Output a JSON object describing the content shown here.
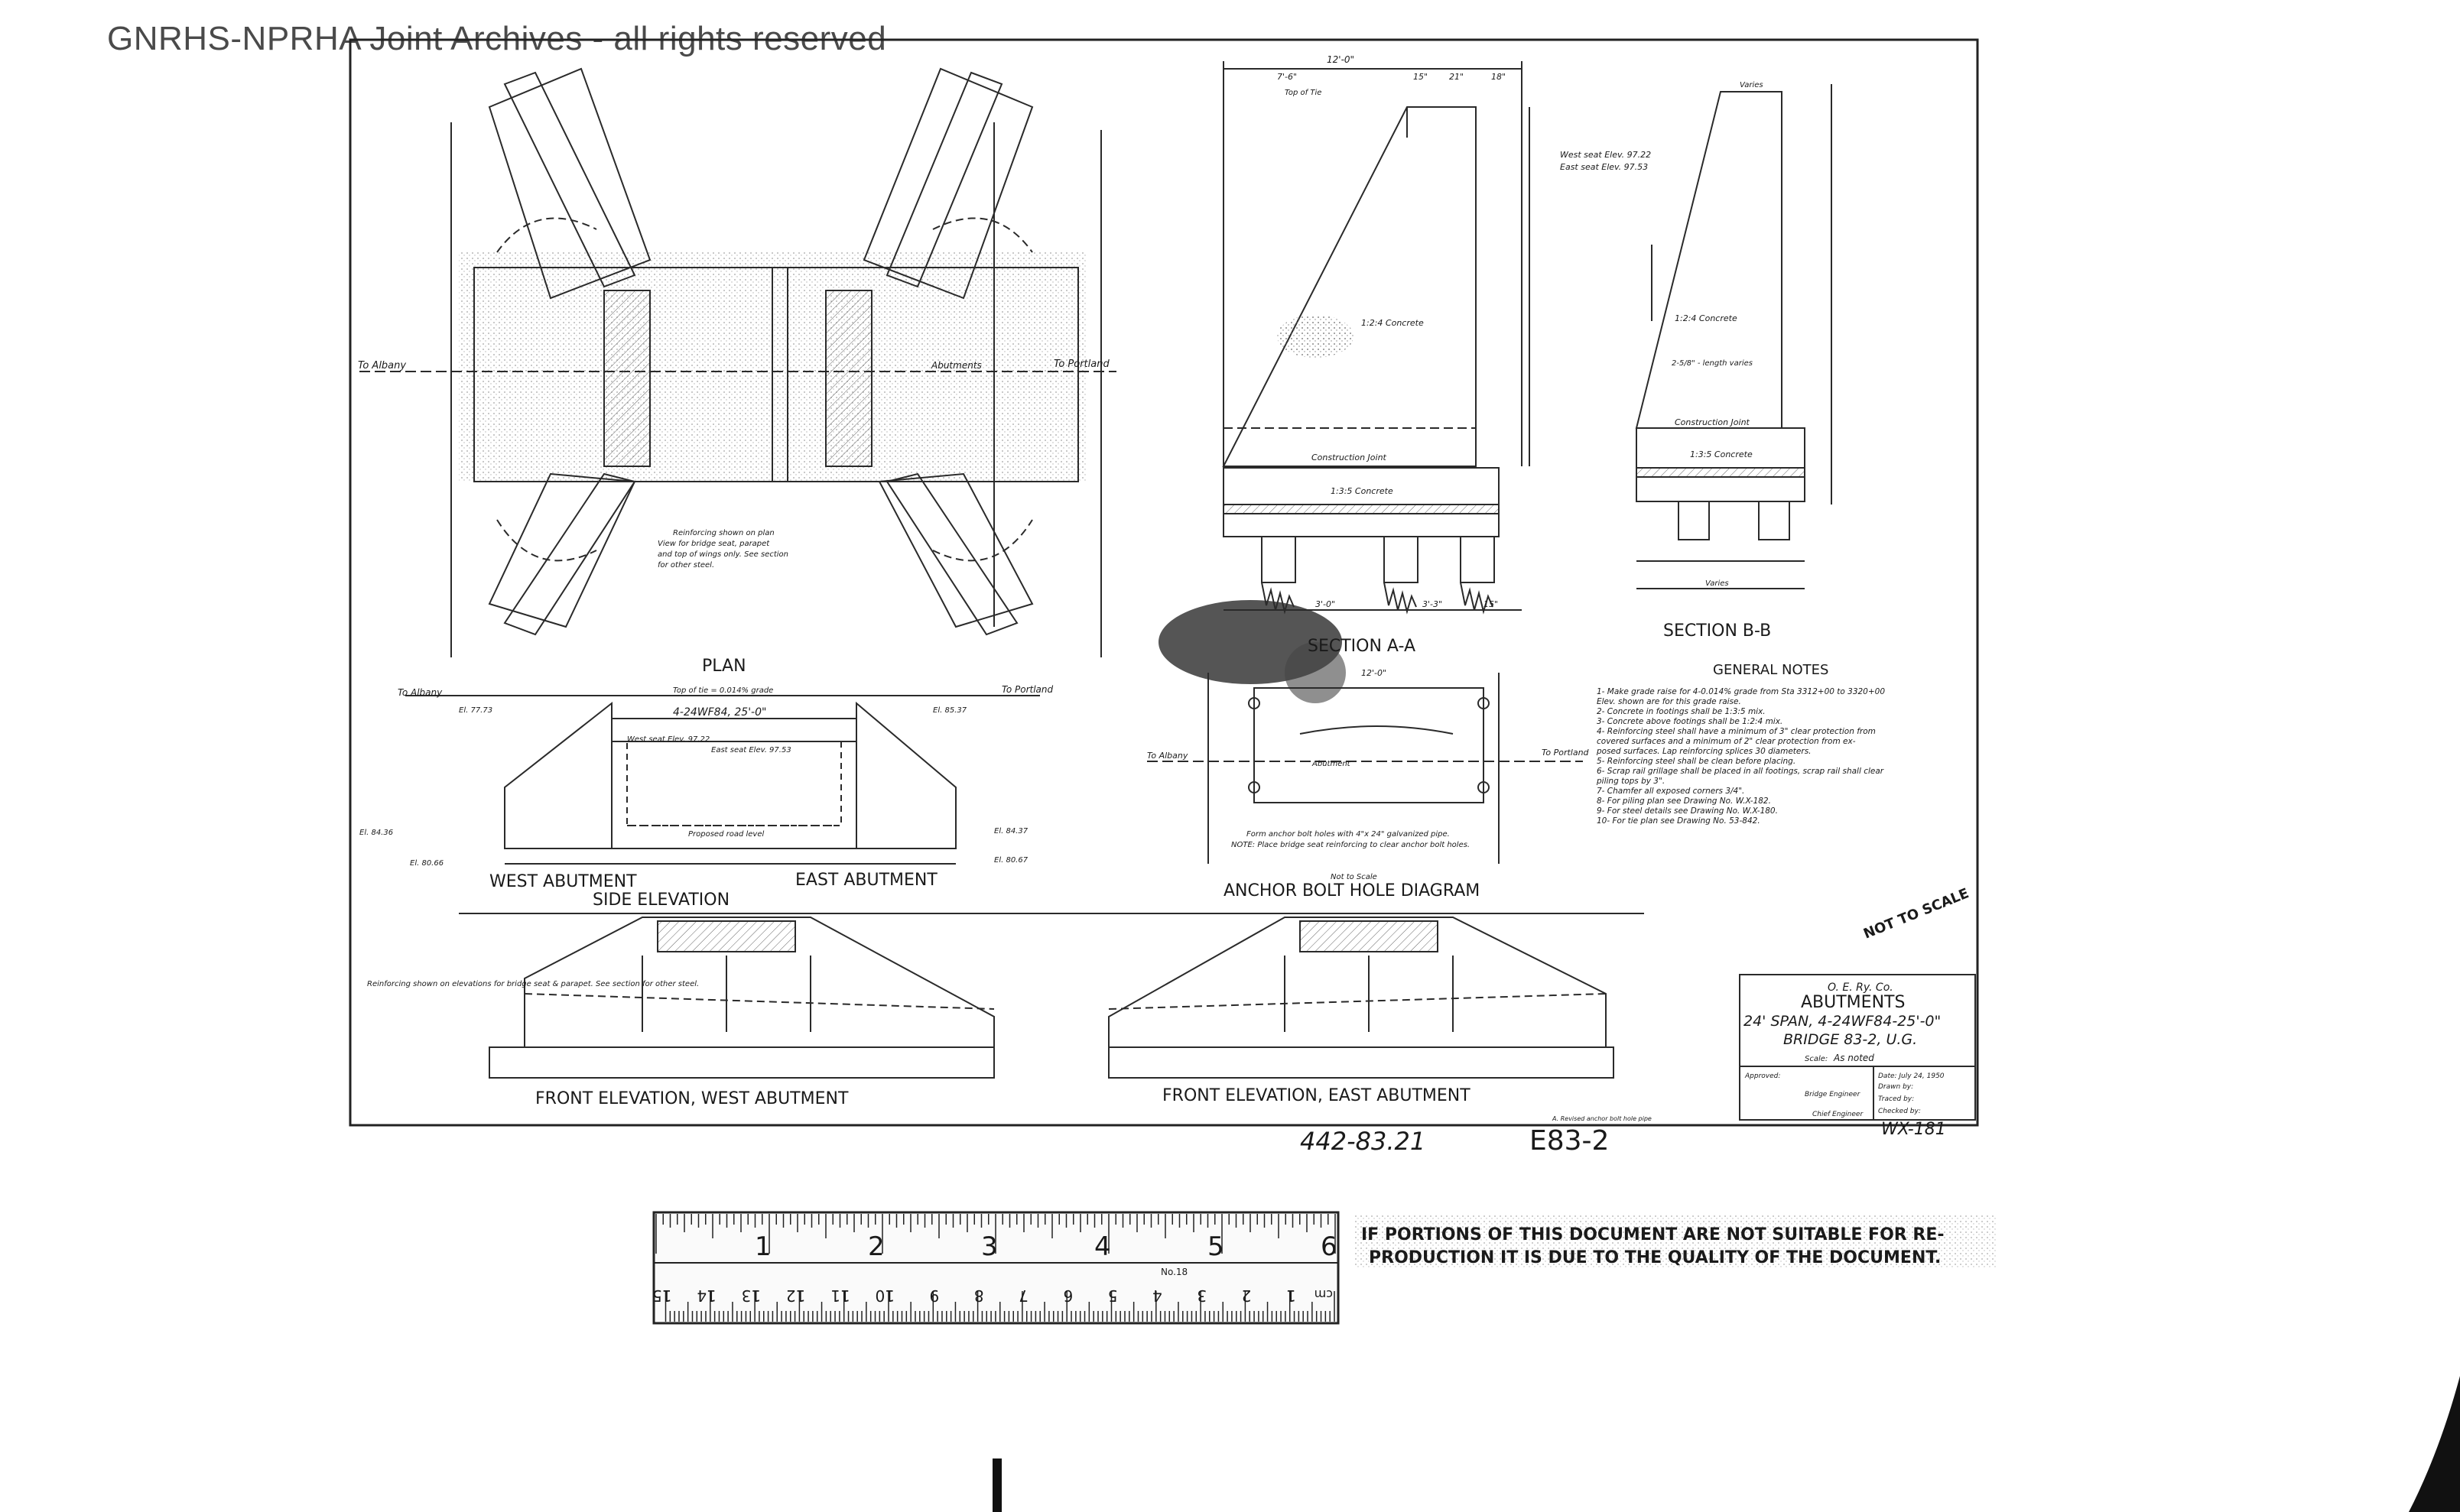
{
  "watermark": "GNRHS-NPRHA Joint Archives - all rights reserved",
  "plan": {
    "title": "PLAN",
    "to_albany": "To Albany",
    "to_portland": "To Portland",
    "abutments_label": "Abutments",
    "note_line1": "Reinforcing shown on plan",
    "note_line2": "View for bridge seat, parapet",
    "note_line3": "and top of wings only. See section",
    "note_line4": "for other steel."
  },
  "section_aa": {
    "title": "SECTION A-A",
    "width": "12'-0\"",
    "dim1": "7'-6\"",
    "dim2": "15\"",
    "dim3": "21\"",
    "dim4": "18\"",
    "top_of_tie": "Top of Tie",
    "west_seat": "West seat Elev. 97.22",
    "east_seat": "East seat Elev. 97.53",
    "concrete1": "1:2:4 Concrete",
    "concrete2": "1:3:5 Concrete",
    "joint": "Construction Joint",
    "bot_dim1": "3'-0\"",
    "bot_dim2": "3'-3\"",
    "bot_dim3": "15\""
  },
  "section_bb": {
    "title": "SECTION B-B",
    "varies": "Varies",
    "concrete1": "1:2:4 Concrete",
    "concrete2": "1:3:5 Concrete",
    "joint": "Construction Joint",
    "length_varies": "2-5/8\" - length varies"
  },
  "notes": {
    "title": "GENERAL NOTES",
    "items": [
      "1- Make grade raise for 4-0.014% grade from Sta 3312+00 to 3320+00",
      "   Elev. shown are for this grade raise.",
      "2- Concrete in footings shall be 1:3:5 mix.",
      "3- Concrete above footings shall be 1:2:4 mix.",
      "4- Reinforcing steel shall have a minimum of 3\" clear protection from",
      "   covered surfaces and a minimum of 2\" clear protection from ex-",
      "   posed surfaces. Lap reinforcing splices 30 diameters.",
      "5- Reinforcing steel shall be clean before placing.",
      "6- Scrap rail grillage shall be placed in all footings, scrap rail shall clear",
      "   piling tops by 3\".",
      "7- Chamfer all exposed corners 3/4\".",
      "8- For piling plan see Drawing No. W.X-182.",
      "9- For steel details see Drawing No. W.X-180.",
      "10- For tie plan see Drawing No. 53-842."
    ]
  },
  "side_elevation": {
    "title": "SIDE ELEVATION",
    "west": "WEST ABUTMENT",
    "east": "EAST ABUTMENT",
    "to_albany": "To Albany",
    "to_portland": "To Portland",
    "beam": "4-24WF84, 25'-0\"",
    "top_of_tie": "Top of tie = 0.014% grade",
    "west_seat": "West seat Elev. 97.22",
    "east_seat": "East seat Elev. 97.53",
    "el1": "El. 77.73",
    "el2": "El. 84.36",
    "el3": "El. 80.66",
    "el4": "El. 85.37",
    "el5": "El. 84.37",
    "el6": "El. 80.67",
    "road": "Proposed road level"
  },
  "anchor": {
    "title": "ANCHOR BOLT HOLE DIAGRAM",
    "subtitle": "Not to Scale",
    "to_albany": "To Albany",
    "to_portland": "To Portland",
    "abutment": "Abutment",
    "dim": "12'-0\"",
    "note1": "Form anchor bolt holes with 4\"x 24\" galvanized pipe.",
    "note2": "NOTE: Place bridge seat reinforcing to clear anchor bolt holes."
  },
  "front_west": {
    "title": "FRONT ELEVATION, WEST ABUTMENT",
    "note": "Reinforcing shown on elevations for bridge seat & parapet. See section for other steel."
  },
  "front_east": {
    "title": "FRONT ELEVATION, EAST ABUTMENT"
  },
  "stamp": "NOT TO SCALE",
  "title_block": {
    "company": "O. E. Ry. Co.",
    "title": "ABUTMENTS",
    "line2": "24' SPAN, 4-24WF84-25'-0\"",
    "line3": "BRIDGE 83-2, U.G.",
    "scale_label": "Scale:",
    "scale_value": "As noted",
    "date": "Date: July 24, 1950",
    "drawn": "Drawn by:",
    "traced": "Traced by:",
    "checked": "Checked by:",
    "approved": "Approved:",
    "engineer": "Bridge Engineer",
    "chief": "Chief Engineer",
    "revised": "A. Revised anchor bolt hole pipe"
  },
  "handwritten": {
    "left": "442-83.21",
    "center": "E83-2",
    "drawing_no": "WX-181"
  },
  "ruler": {
    "inches": [
      "1",
      "2",
      "3",
      "4",
      "5",
      "6"
    ],
    "cm": [
      "1",
      "2",
      "3",
      "4",
      "5",
      "6",
      "7",
      "8",
      "9",
      "10",
      "11",
      "12",
      "13",
      "14",
      "15"
    ],
    "cm_unit": "cm",
    "model": "No.18"
  },
  "quality_notice": {
    "line1": "IF PORTIONS OF THIS DOCUMENT ARE NOT SUITABLE FOR RE-",
    "line2": "PRODUCTION IT IS DUE TO THE QUALITY OF THE DOCUMENT."
  }
}
